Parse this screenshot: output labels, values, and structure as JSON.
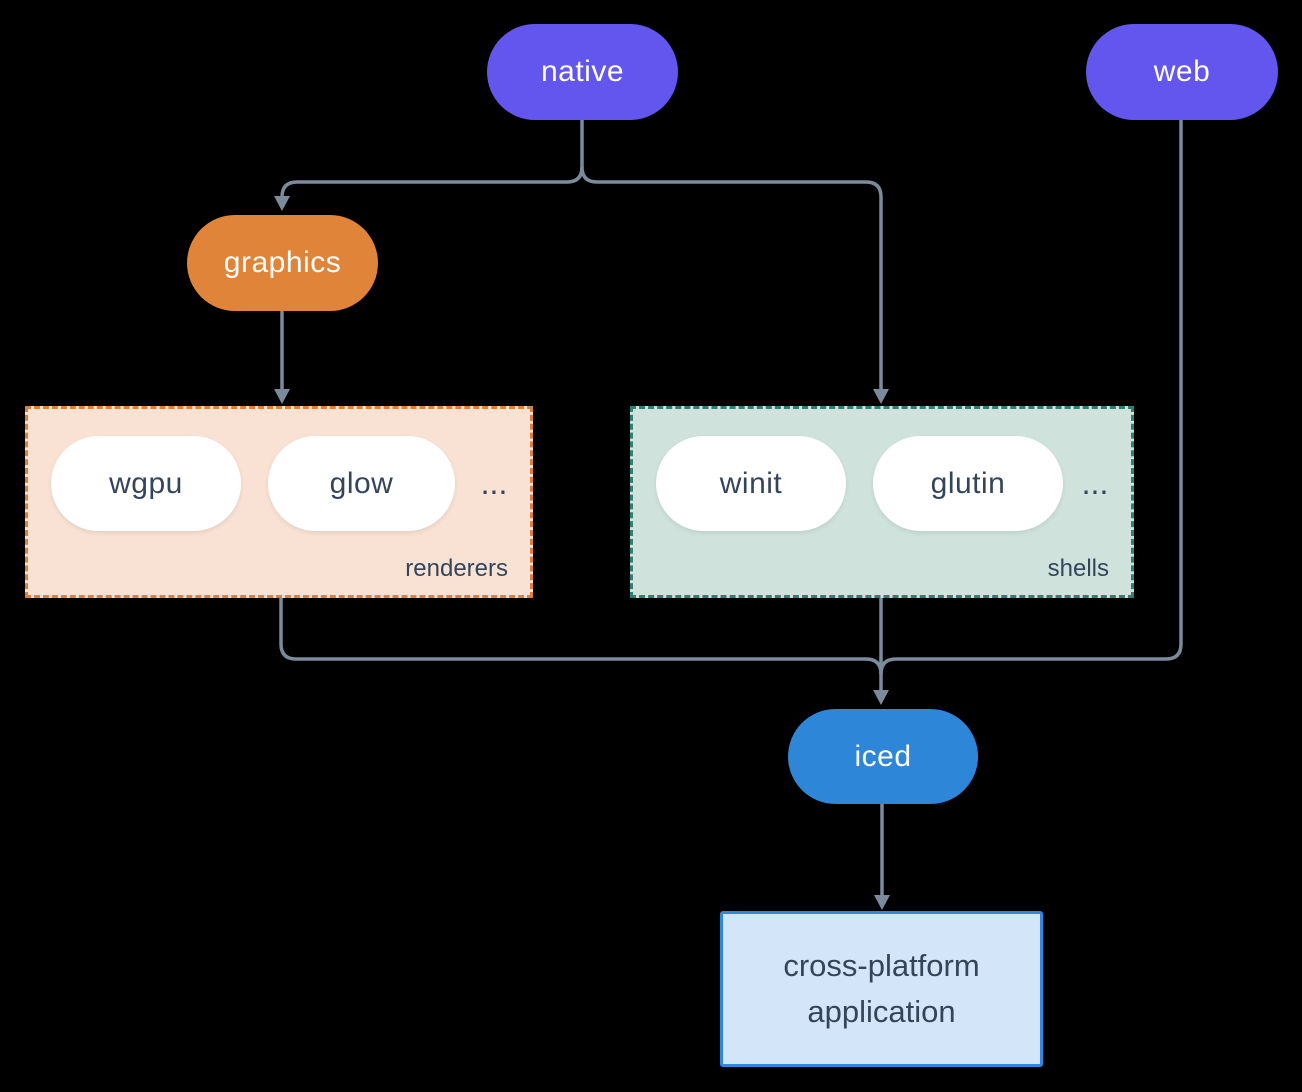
{
  "diagram": {
    "colors": {
      "pill_purple": "#6356ee",
      "pill_orange": "#e08439",
      "pill_blue": "#2d86d8",
      "line": "#7b8b9c",
      "renderers_fill": "#f9e2d3",
      "renderers_border": "#df8038",
      "shells_fill": "#cfe2dc",
      "shells_border": "#2e8172",
      "app_fill": "#d3e5f8",
      "app_border": "#3287dd",
      "text_dark": "#34455a",
      "text_light": "#ffffff",
      "bg": "#000000"
    },
    "nodes": {
      "native": {
        "label": "native"
      },
      "web": {
        "label": "web"
      },
      "graphics": {
        "label": "graphics"
      },
      "iced": {
        "label": "iced"
      },
      "app": {
        "label": "cross-platform application"
      }
    },
    "groups": {
      "renderers": {
        "label": "renderers",
        "items": [
          {
            "label": "wgpu"
          },
          {
            "label": "glow"
          }
        ],
        "more": "..."
      },
      "shells": {
        "label": "shells",
        "items": [
          {
            "label": "winit"
          },
          {
            "label": "glutin"
          }
        ],
        "more": "..."
      }
    }
  }
}
